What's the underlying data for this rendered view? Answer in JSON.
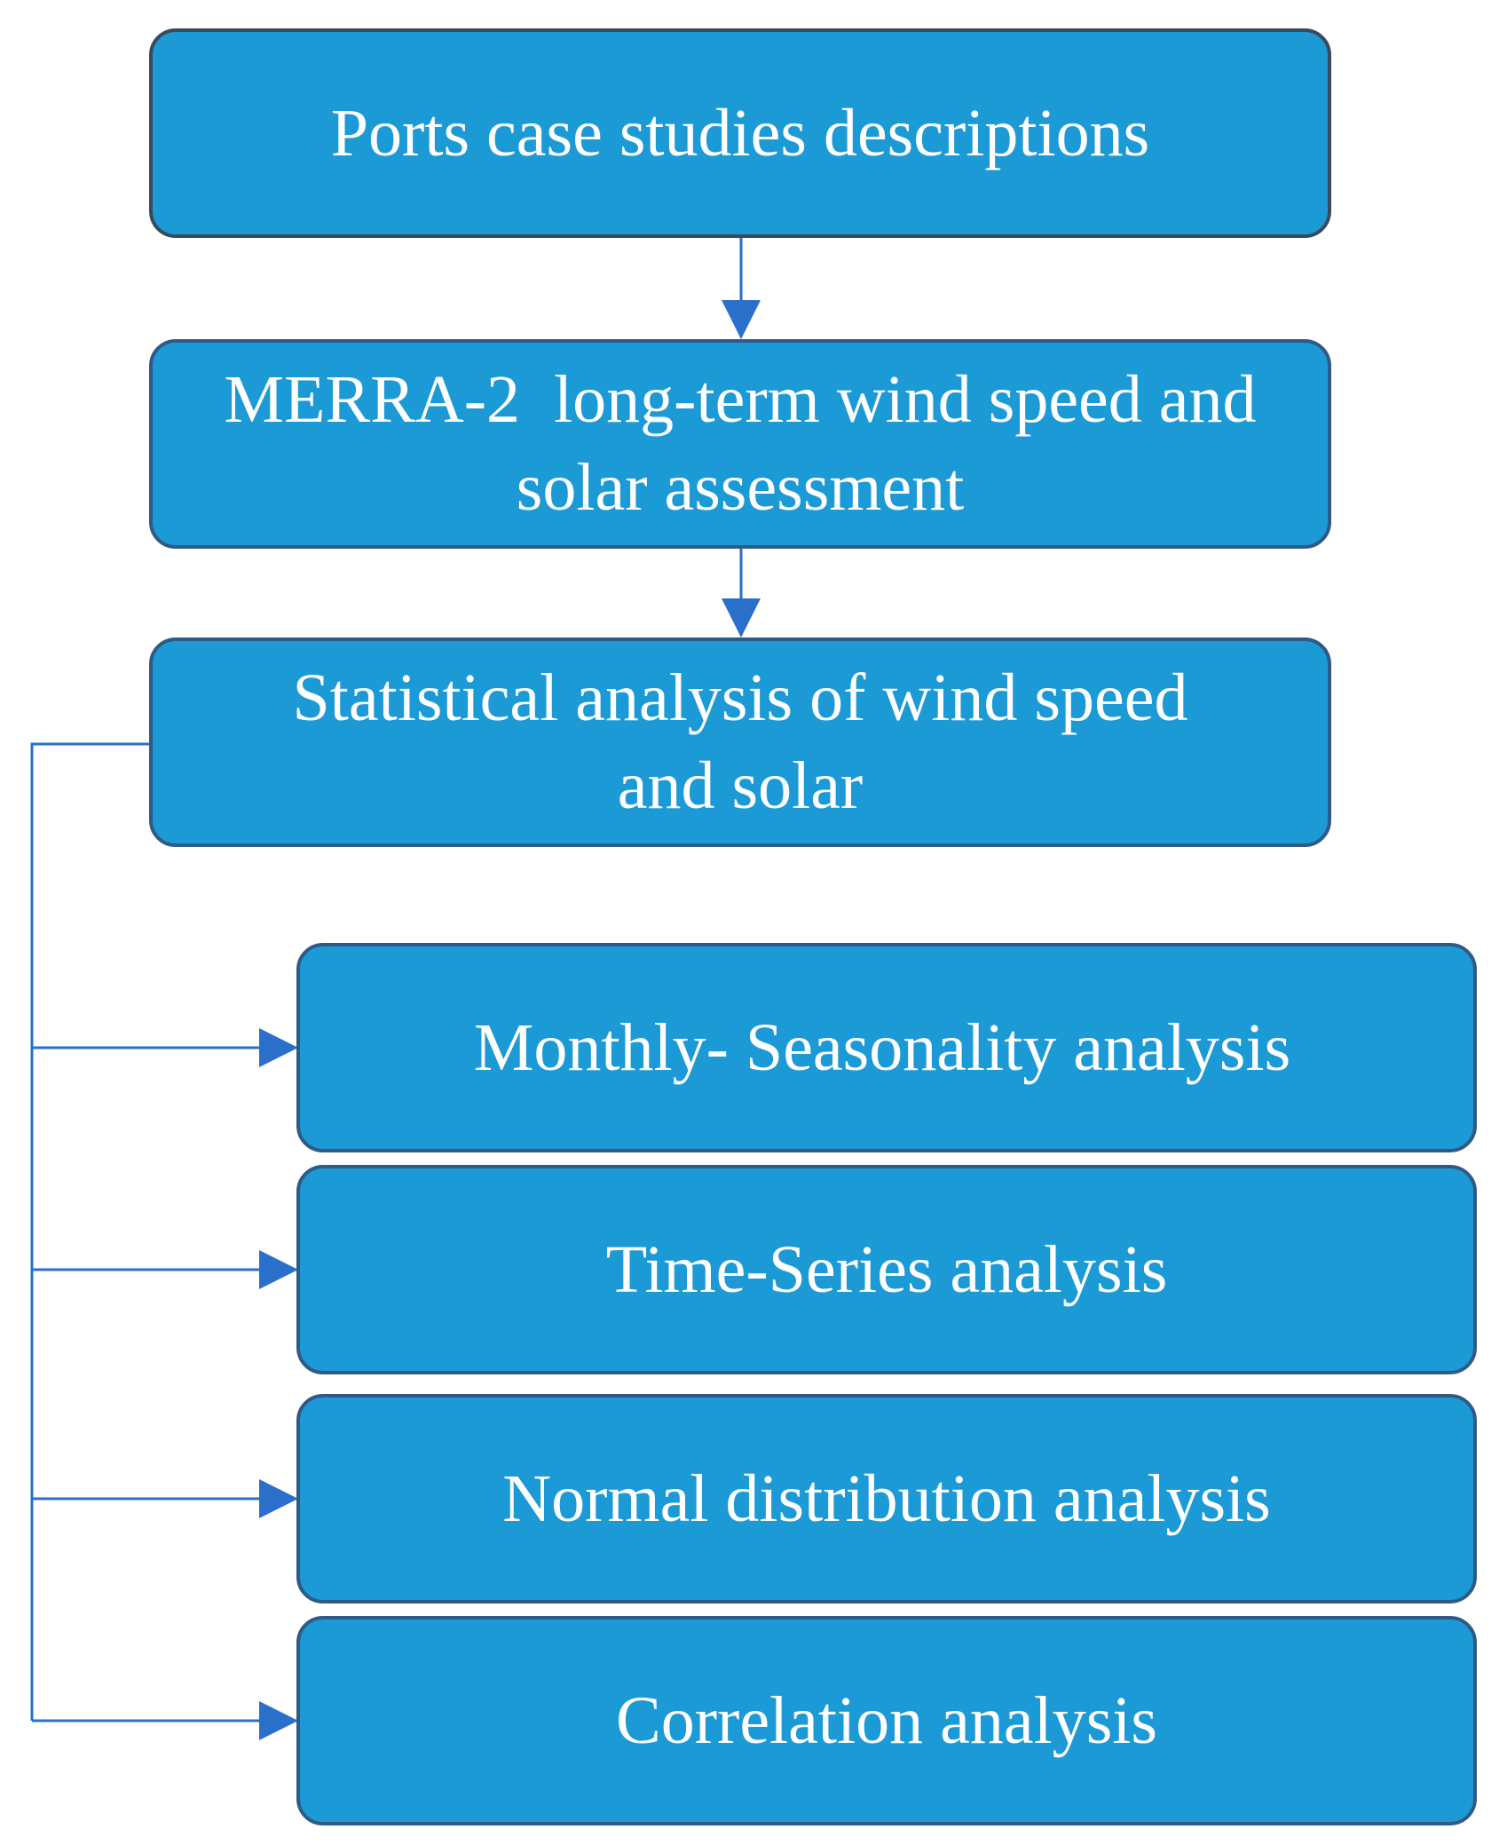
{
  "diagram": {
    "main_steps": [
      {
        "label": "Ports case studies descriptions"
      },
      {
        "label": "MERRA-2  long-term wind speed and solar assessment"
      },
      {
        "label": "Statistical analysis of wind speed and solar"
      }
    ],
    "sub_steps": [
      {
        "label": "Monthly- Seasonality analysis"
      },
      {
        "label": "Time-Series analysis"
      },
      {
        "label": "Normal distribution analysis"
      },
      {
        "label": "Correlation analysis"
      }
    ],
    "colors": {
      "box_fill": "#1b9ad6",
      "box_border": "#2f5a86",
      "arrow": "#2a6fc9",
      "text": "#ffffff"
    }
  }
}
